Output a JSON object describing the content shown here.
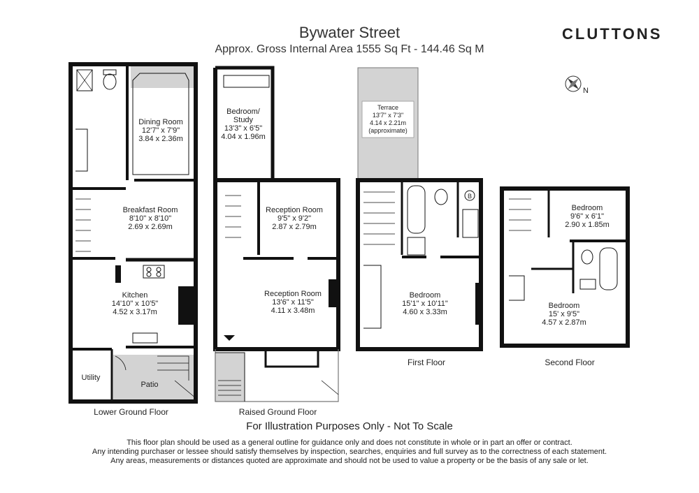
{
  "header": {
    "title": "Bywater Street",
    "subtitle": "Approx. Gross Internal Area   1555 Sq Ft  -  144.46 Sq M",
    "brand": "CLUTTONS",
    "compass_label": "N"
  },
  "floors": {
    "lower_ground": "Lower Ground Floor",
    "raised_ground": "Raised Ground Floor",
    "first": "First Floor",
    "second": "Second Floor"
  },
  "rooms": {
    "dining": {
      "name": "Dining Room",
      "imperial": "12'7\" x 7'9\"",
      "metric": "3.84 x 2.36m"
    },
    "breakfast": {
      "name": "Breakfast Room",
      "imperial": "8'10\" x 8'10\"",
      "metric": "2.69 x 2.69m"
    },
    "kitchen": {
      "name": "Kitchen",
      "imperial": "14'10\" x 10'5\"",
      "metric": "4.52 x 3.17m"
    },
    "utility": {
      "name": "Utility"
    },
    "patio": {
      "name": "Patio"
    },
    "bedroom_study": {
      "name1": "Bedroom/",
      "name2": "Study",
      "imperial": "13'3\" x 6'5\"",
      "metric": "4.04 x 1.96m"
    },
    "reception_small": {
      "name": "Reception Room",
      "imperial": "9'5\" x 9'2\"",
      "metric": "2.87 x 2.79m"
    },
    "reception_large": {
      "name": "Reception Room",
      "imperial": "13'6\" x 11'5\"",
      "metric": "4.11 x 3.48m"
    },
    "terrace": {
      "name": "Terrace",
      "imperial": "13'7\" x 7'3\"",
      "metric": "4.14 x 2.21m",
      "note": "(approximate)"
    },
    "bedroom_first": {
      "name": "Bedroom",
      "imperial": "15'1\" x 10'11\"",
      "metric": "4.60 x 3.33m"
    },
    "bedroom_second_small": {
      "name": "Bedroom",
      "imperial": "9'6\" x 6'1\"",
      "metric": "2.90 x 1.85m"
    },
    "bedroom_second_large": {
      "name": "Bedroom",
      "imperial": "15' x 9'5\"",
      "metric": "4.57 x 2.87m"
    },
    "boiler_label": "B"
  },
  "footer": {
    "disclaimer": "For Illustration Purposes Only - Not To Scale",
    "line1": "This floor plan should be used as a general outline for guidance only and does not constitute in whole or in part an offer or contract.",
    "line2": "Any intending purchaser or lessee should satisfy themselves by inspection, searches, enquiries and full survey as to the correctness of each statement.",
    "line3": "Any areas, measurements or distances quoted are approximate and should not be used to value a property or be the basis of any sale or let."
  }
}
